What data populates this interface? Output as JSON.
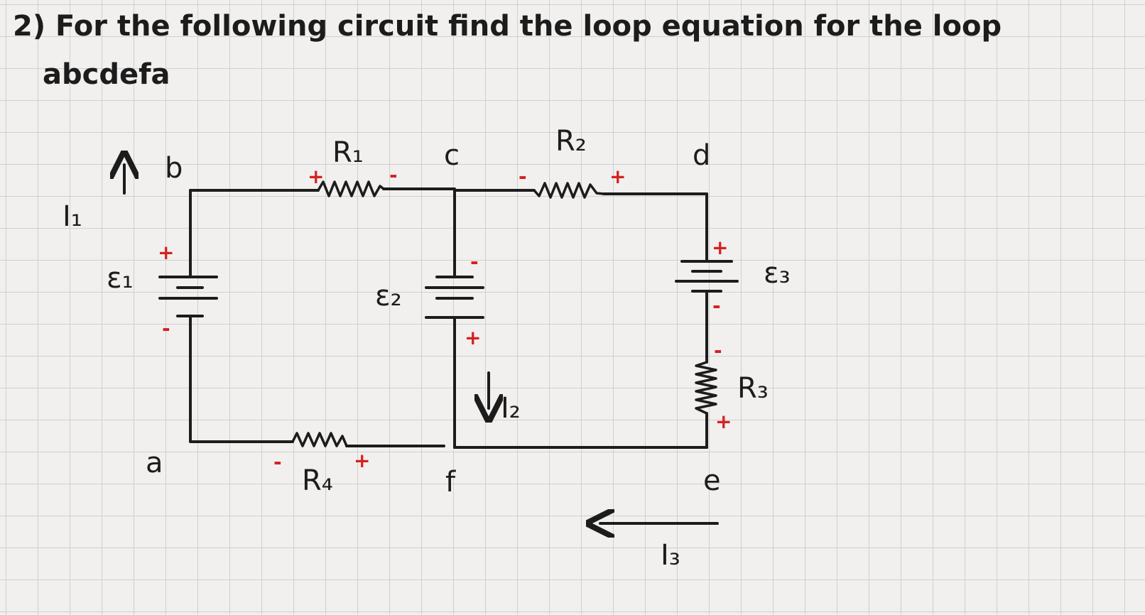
{
  "problem": {
    "line1": "2) For the following circuit find the loop equation for the loop",
    "line2": "abcdefa"
  },
  "nodes": {
    "a": "a",
    "b": "b",
    "c": "c",
    "d": "d",
    "e": "e",
    "f": "f"
  },
  "components": {
    "r1": "R₁",
    "r2": "R₂",
    "r3": "R₃",
    "r4": "R₄",
    "e1": "ε₁",
    "e2": "ε₂",
    "e3": "ε₃"
  },
  "currents": {
    "i1": "I₁",
    "i2": "I₂",
    "i3": "I₃"
  },
  "polarity": {
    "plus": "+",
    "minus": "-"
  },
  "colors": {
    "ink": "#1c1c1c",
    "polarity_mark": "#d62020",
    "grid": "#cfcfd2",
    "paper": "#f1f0ee"
  }
}
